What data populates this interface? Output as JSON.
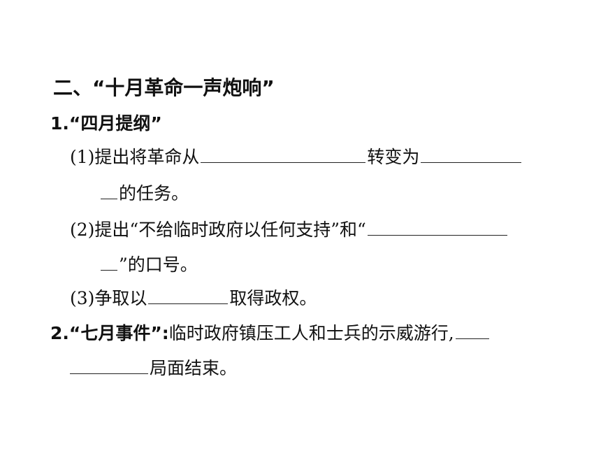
{
  "section": {
    "title": "二、“十月革命一声炮响”"
  },
  "item1": {
    "heading": "1.“四月提纲”",
    "sub1": {
      "part1": "(1)提出将革命从",
      "part2": "转变为",
      "part3": "的任务。"
    },
    "sub2": {
      "part1": "(2)提出“不给临时政府以任何支持”和“",
      "part2": "”的口号。"
    },
    "sub3": {
      "part1": "(3)争取以",
      "part2": "取得政权。"
    }
  },
  "item2": {
    "heading": "2.“七月事件”:",
    "text": "临时政府镇压工人和士兵的示威游行,",
    "part2": "局面结束。"
  }
}
